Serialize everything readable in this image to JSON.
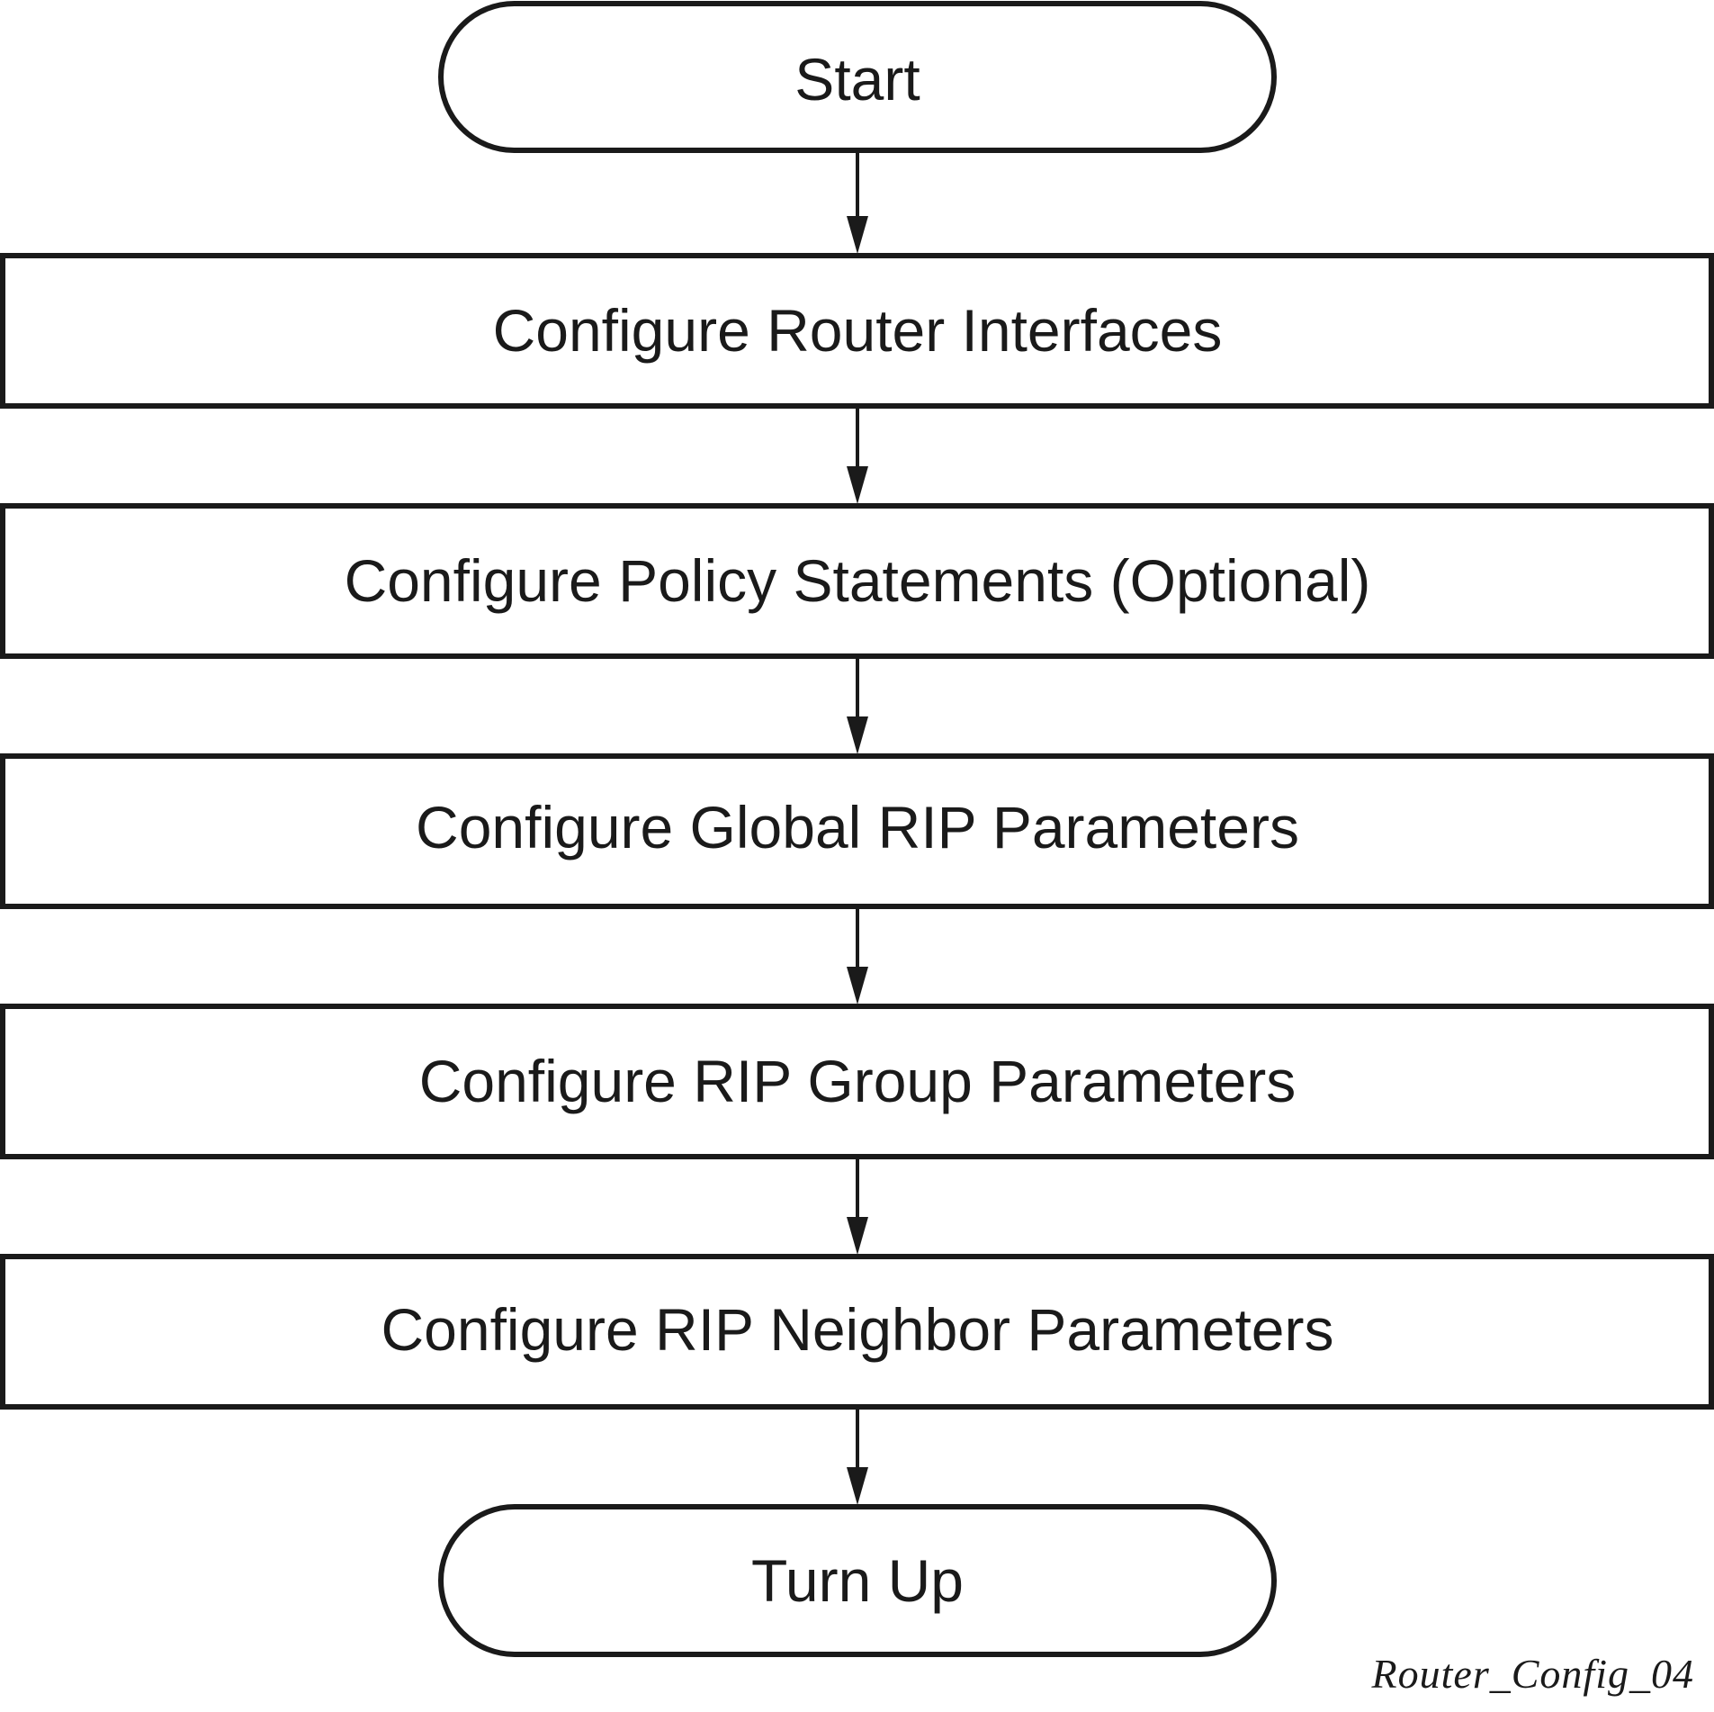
{
  "flowchart": {
    "start_label": "Start",
    "steps": [
      "Configure Router Interfaces",
      "Configure Policy Statements (Optional)",
      "Configure Global RIP Parameters",
      "Configure RIP Group Parameters",
      "Configure RIP Neighbor Parameters"
    ],
    "end_label": "Turn Up"
  },
  "figure_id": "Router_Config_04",
  "colors": {
    "stroke": "#1a1a1a",
    "background": "#ffffff"
  }
}
